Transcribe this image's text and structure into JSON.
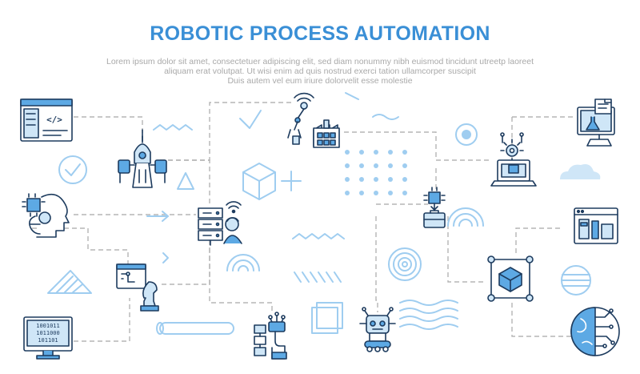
{
  "header": {
    "title": "ROBOTIC PROCESS AUTOMATION",
    "body_lines": [
      "Lorem ipsum dolor sit amet, consectetuer adipiscing elit, sed diam nonummy nibh euismod tincidunt utreetp laoreet",
      "aliquam erat volutpat. Ut wisi enim ad  quis nostrud exerci tation ullamcorper suscipit",
      "Duis autem vel eum iriure dolorvelit esse molestie"
    ]
  },
  "code_tag": "</>",
  "binary_lines": [
    "1001011",
    "1011000",
    "101101"
  ],
  "colors": {
    "title": "#3a8fd6",
    "body_text": "#a9a9a9",
    "icon_stroke": "#1d3b5e",
    "icon_fill_primary": "#5da9e4",
    "icon_fill_light": "#cfe6f7",
    "decoration": "#9fcdf0",
    "connector": "#b5b5b5",
    "background": "#ffffff"
  },
  "icons": [
    "code-window-icon",
    "rocket-robot-icon",
    "robotic-arm-factory-icon",
    "lab-monitor-icon",
    "ai-head-icon",
    "server-operator-icon",
    "chip-briefcase-icon",
    "laptop-gear-icon",
    "app-window-icon",
    "strategy-chess-icon",
    "network-cube-icon",
    "binary-computer-icon",
    "robot-hand-flowchart-icon",
    "robot-vehicle-icon",
    "digital-globe-icon"
  ]
}
